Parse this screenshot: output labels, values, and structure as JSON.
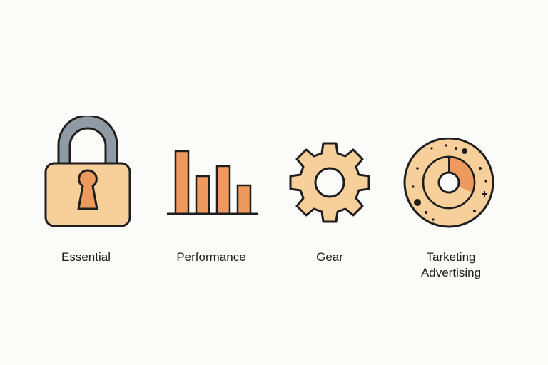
{
  "categories": [
    {
      "id": "essential",
      "icon": "lock-icon",
      "label": "Essential"
    },
    {
      "id": "performance",
      "icon": "bar-chart-icon",
      "label": "Performance"
    },
    {
      "id": "gear",
      "icon": "gear-icon",
      "label": "Gear"
    },
    {
      "id": "marketing",
      "icon": "target-dial-icon",
      "label_lines": [
        "Tarketing",
        "Advertising"
      ]
    }
  ],
  "colors": {
    "background": "#fbfbfa",
    "outline": "#1e1e1e",
    "fill_light": "#f7cf9a",
    "fill_orange": "#ee9a5f",
    "shackle_gray": "#8f9aa5",
    "text": "#1d1d1d"
  }
}
